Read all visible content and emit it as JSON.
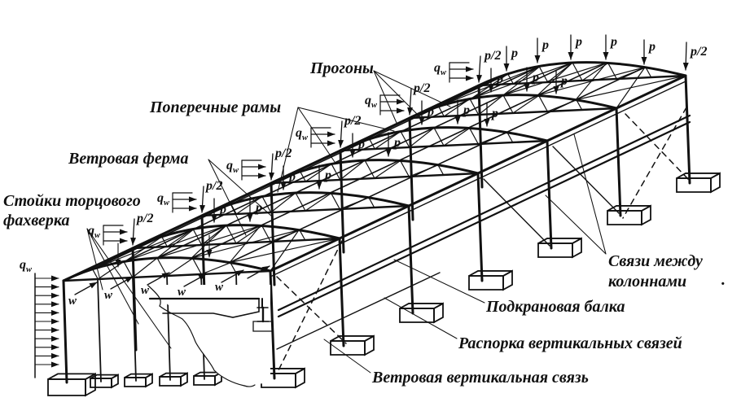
{
  "diagram": {
    "kind": "steel-frame-industrial-building-scheme",
    "ink_color": "#111111",
    "background_color": "#ffffff"
  },
  "labels": {
    "purlins": "Прогоны",
    "transverse_frames": "Поперечные рамы",
    "wind_truss": "Ветровая ферма",
    "end_wall_posts_line1": "Стойки торцового",
    "end_wall_posts_line2": "фахверка",
    "column_braces_line1": "Связи между",
    "column_braces_line2": "колоннами",
    "column_braces_period": ".",
    "crane_beam": "Подкрановая балка",
    "vertical_brace_strut": "Распорка вертикальных связей",
    "wind_vertical_brace": "Ветровая вертикальная связь"
  },
  "loads": {
    "q": "q",
    "q_sub": "w",
    "p": "p",
    "p_half": "p/2",
    "w": "w"
  }
}
